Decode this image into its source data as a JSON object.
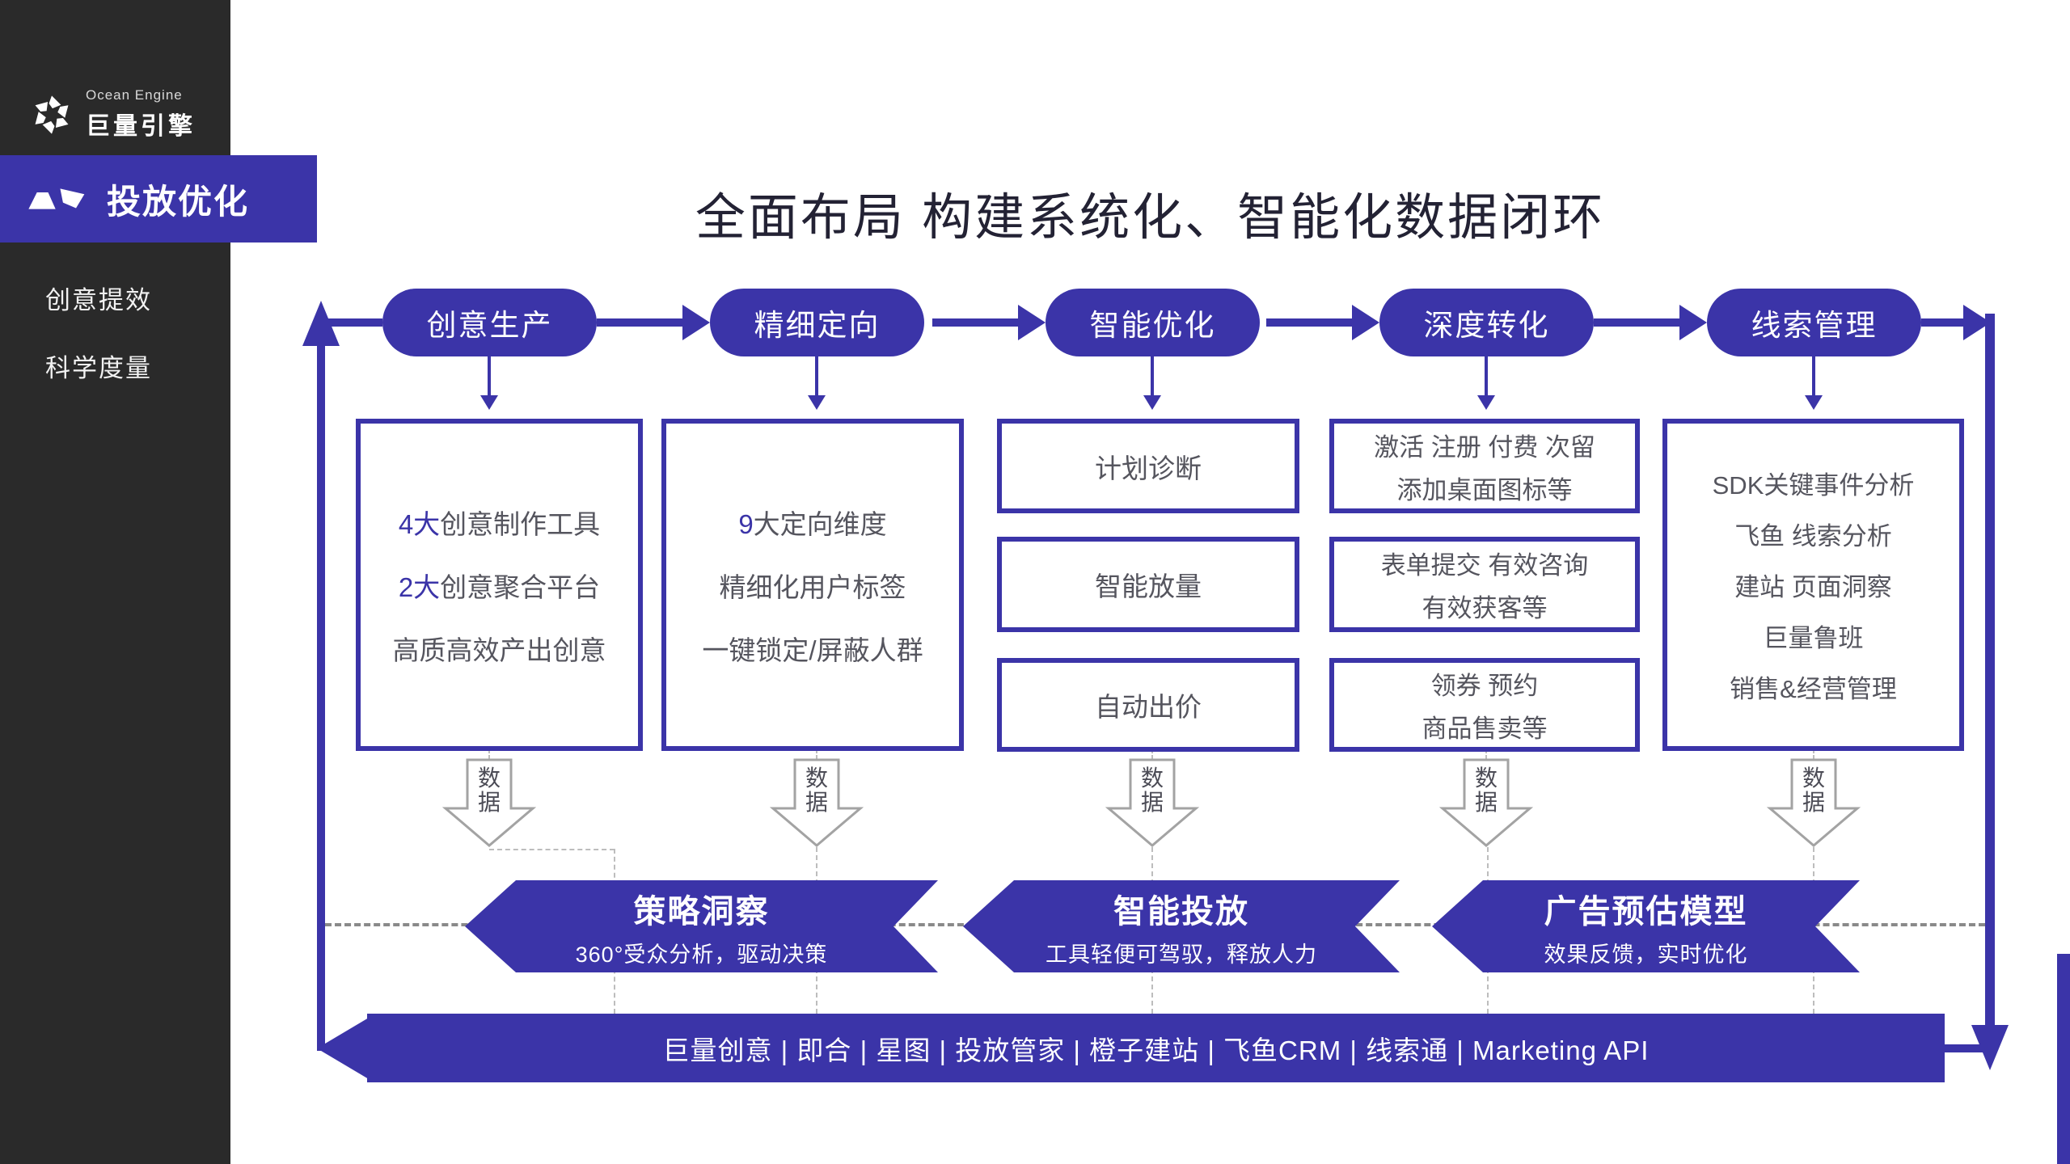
{
  "colors": {
    "accent": "#3B34A8",
    "sidebar_bg": "#2A2A2A",
    "title_text": "#232234",
    "box_text": "#55555E",
    "dash_light": "#BDBDBD",
    "dash_dark": "#8A8A8A",
    "arrow_outline": "#A3A3A3"
  },
  "sidebar": {
    "logo": {
      "brand_en": "Ocean Engine",
      "brand_cn": "巨量引擎"
    },
    "active_item": {
      "label": "投放优化"
    },
    "items": [
      {
        "label": "创意提效"
      },
      {
        "label": "科学度量"
      }
    ]
  },
  "header": {
    "title": "全面布局 构建系统化、智能化数据闭环"
  },
  "flow": {
    "stages": [
      "创意生产",
      "精细定向",
      "智能优化",
      "深度转化",
      "线索管理"
    ],
    "data_label": "数据",
    "columns": {
      "c1": {
        "lines": [
          {
            "hl": "4大",
            "text": "创意制作工具"
          },
          {
            "hl": "2大",
            "text": "创意聚合平台"
          },
          {
            "hl": "",
            "text": "高质高效产出创意"
          }
        ]
      },
      "c2": {
        "lines": [
          {
            "hl": "9",
            "text": "大定向维度"
          },
          {
            "hl": "",
            "text": "精细化用户标签"
          },
          {
            "hl": "",
            "text": "一键锁定/屏蔽人群"
          }
        ]
      },
      "c3": {
        "boxes": [
          {
            "line": "计划诊断"
          },
          {
            "line": "智能放量"
          },
          {
            "line": "自动出价"
          }
        ]
      },
      "c4": {
        "boxes": [
          {
            "line1": "激活 注册 付费 次留",
            "line2": "添加桌面图标等"
          },
          {
            "line1": "表单提交 有效咨询",
            "line2": "有效获客等"
          },
          {
            "line1": "领券 预约",
            "line2": "商品售卖等"
          }
        ]
      },
      "c5": {
        "lines": [
          {
            "text": "SDK关键事件分析"
          },
          {
            "text": "飞鱼 线索分析"
          },
          {
            "text": "建站 页面洞察"
          },
          {
            "text": "巨量鲁班"
          },
          {
            "text": "销售&经营管理"
          }
        ]
      }
    },
    "banners": [
      {
        "title": "策略洞察",
        "subtitle": "360°受众分析，驱动决策"
      },
      {
        "title": "智能投放",
        "subtitle": "工具轻便可驾驭，释放人力"
      },
      {
        "title": "广告预估模型",
        "subtitle": "效果反馈，实时优化"
      }
    ],
    "bottom_bar": "巨量创意 | 即合 | 星图 | 投放管家 | 橙子建站 | 飞鱼CRM | 线索通 | Marketing API"
  }
}
